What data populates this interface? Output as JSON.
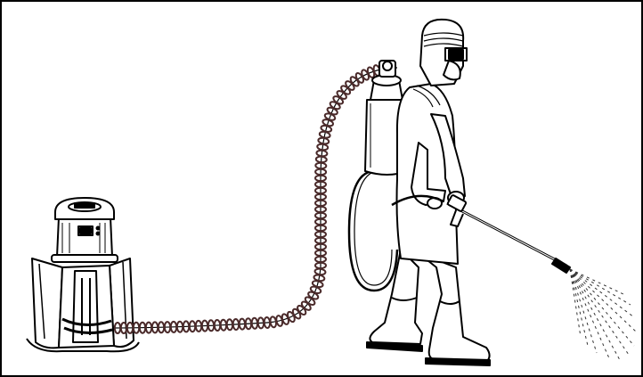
{
  "illustration": {
    "stroke_color": "#000000",
    "background_color": "#ffffff",
    "coil_color": "#4a2a2a",
    "spray_color": "#333333",
    "elements": [
      "pump-unit-icon",
      "coiled-hose",
      "operator-figure",
      "backpack-tank",
      "spray-lance",
      "spray-mist"
    ]
  }
}
